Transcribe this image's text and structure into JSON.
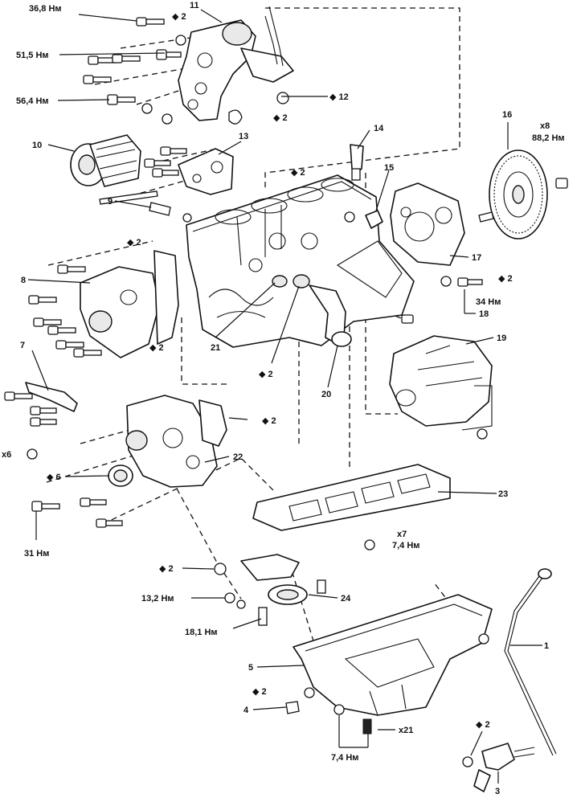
{
  "diagram": {
    "part_numbers": {
      "p1": "1",
      "p3": "3",
      "p4": "4",
      "p5": "5",
      "p7": "7",
      "p8": "8",
      "p9": "9",
      "p10": "10",
      "p11": "11",
      "p13": "13",
      "p14": "14",
      "p15": "15",
      "p16": "16",
      "p17": "17",
      "p18": "18",
      "p19": "19",
      "p20": "20",
      "p21": "21",
      "p22": "22",
      "p23": "23",
      "p24": "24"
    },
    "torques": {
      "t_36_8": "36,8 Нм",
      "t_51_5": "51,5 Нм",
      "t_56_4": "56,4 Нм",
      "t_88_2": "88,2 Нм",
      "t_34": "34 Нм",
      "t_31": "31 Нм",
      "t_7_4_gasket": "7,4 Нм",
      "t_13_2": "13,2 Нм",
      "t_18_1": "18,1 Нм",
      "t_7_4_pan": "7,4 Нм"
    },
    "quantities": {
      "x8": "x8",
      "x6": "x6",
      "x7": "x7",
      "x21": "x21"
    },
    "replace_marks": {
      "r_2": "◆ 2",
      "r_12": "◆ 12",
      "r_6": "◆ 6"
    }
  }
}
